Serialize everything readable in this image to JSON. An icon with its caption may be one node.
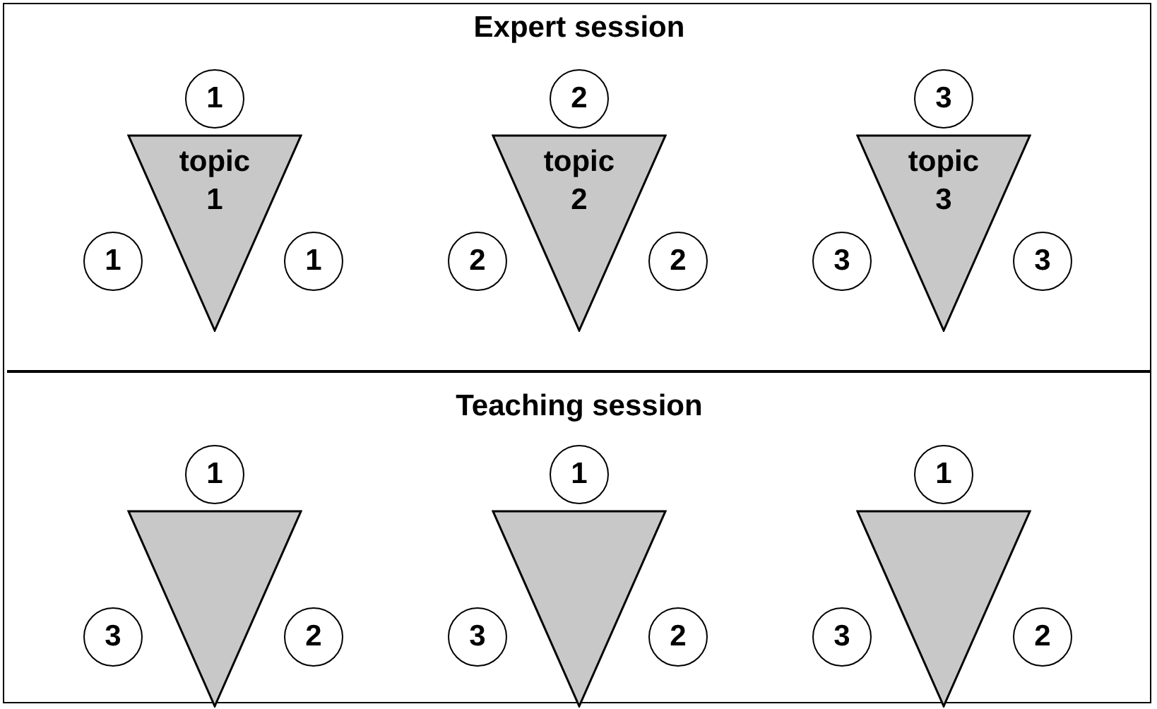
{
  "diagram": {
    "nodes": [
      {
        "text": [
          "1"
        ]
      },
      {
        "text": [
          "topic 1"
        ]
      },
      {
        "text": [
          "1"
        ]
      },
      {
        "text": [
          "1"
        ]
      },
      {
        "text": [
          "2"
        ]
      },
      {
        "text": [
          "topic 2"
        ]
      },
      {
        "text": [
          "2"
        ]
      },
      {
        "text": [
          "2"
        ]
      },
      {
        "text": [
          "3"
        ]
      },
      {
        "text": [
          "topic 3"
        ]
      },
      {
        "text": [
          "3"
        ]
      },
      {
        "text": [
          "3"
        ]
      },
      {
        "text": [
          "1"
        ]
      },
      {
        "text": [],
        "shape": "triangle"
      },
      {
        "text": [
          "3"
        ]
      },
      {
        "text": [
          "2"
        ]
      },
      {
        "text": [
          "1"
        ]
      },
      {
        "text": [],
        "shape": "triangle"
      },
      {
        "text": [
          "3"
        ]
      },
      {
        "text": [
          "2"
        ]
      },
      {
        "text": [
          "1"
        ]
      },
      {
        "text": [],
        "shape": "triangle"
      },
      {
        "text": [
          "3"
        ]
      },
      {
        "text": [
          "2"
        ]
      }
    ],
    "edges": [],
    "labels": [
      "Expert session",
      "Teaching session"
    ]
  }
}
